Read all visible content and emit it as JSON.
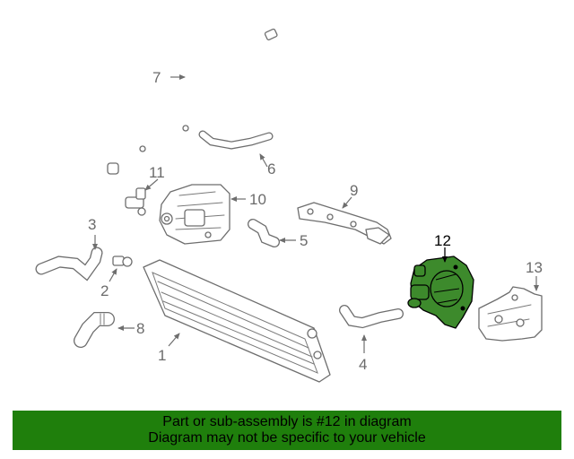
{
  "callouts": {
    "c1": "1",
    "c2": "2",
    "c3": "3",
    "c4": "4",
    "c5": "5",
    "c6": "6",
    "c7": "7",
    "c8": "8",
    "c9": "9",
    "c10": "10",
    "c11": "11",
    "c12": "12",
    "c13": "13"
  },
  "highlight_color": "#3d8a2c",
  "banner": {
    "line1": "Part or sub-assembly is #12 in diagram",
    "line2": "Diagram may not be specific to your vehicle",
    "background": "#1f7f0c"
  }
}
